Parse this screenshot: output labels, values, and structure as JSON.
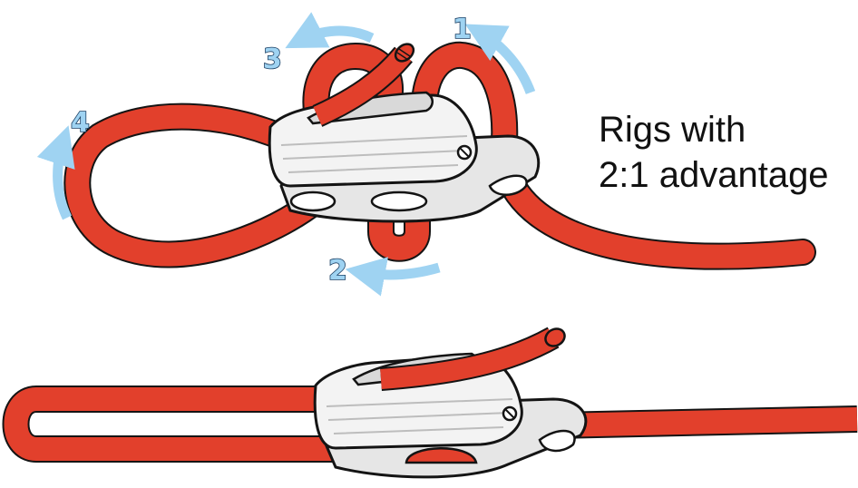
{
  "caption": {
    "line1": "Rigs with",
    "line2": "2:1 advantage"
  },
  "steps": [
    {
      "number": "1"
    },
    {
      "number": "2"
    },
    {
      "number": "3"
    },
    {
      "number": "4"
    }
  ],
  "colors": {
    "rope": "#e2402c",
    "rope_outline": "#141414",
    "arrow": "#9fd3f2",
    "cleat_body": "#f3f3f3",
    "cleat_shadow": "#d9d9d9",
    "text": "#111111"
  },
  "icons": {
    "cleat": "cam-cleat-icon",
    "rope": "rope-line",
    "arrow": "curved-arrow-icon"
  }
}
